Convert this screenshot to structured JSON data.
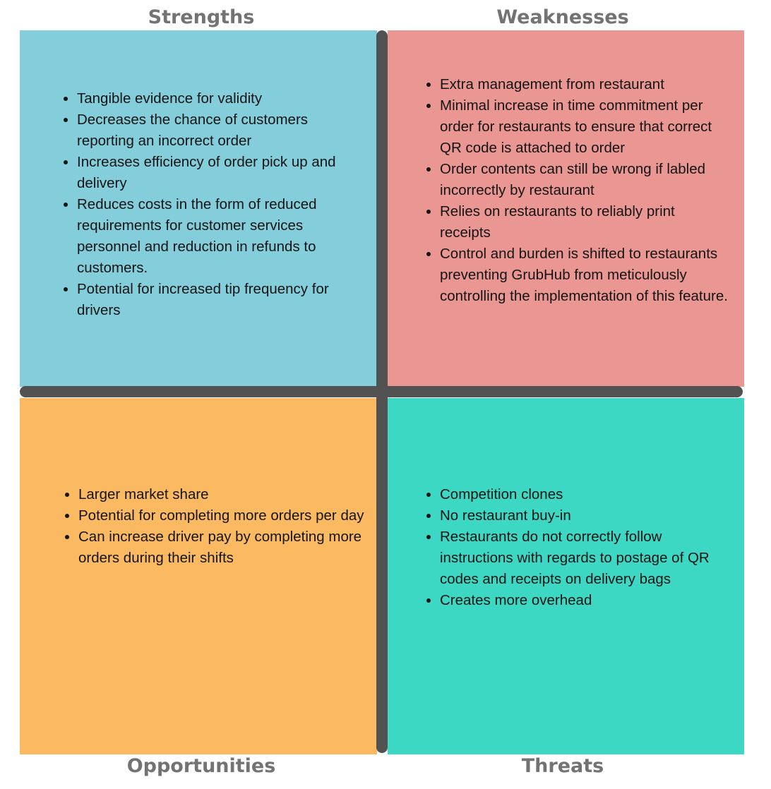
{
  "strengths": {
    "title": "Strengths",
    "color": "#84cedc",
    "items": [
      "Tangible evidence for validity",
      "Decreases the chance of customers  reporting an incorrect order",
      "Increases efficiency of order pick up and delivery",
      "Reduces costs in the form of reduced requirements for customer services personnel and reduction in refunds to customers.",
      "Potential for increased tip frequency for drivers"
    ]
  },
  "weaknesses": {
    "title": "Weaknesses",
    "color": "#ea9692",
    "items": [
      "Extra management from restaurant",
      "Minimal increase in time commitment per order for restaurants to ensure that correct QR code is attached to order",
      "Order contents can still be wrong if labled  incorrectly by restaurant",
      "Relies on restaurants to reliably print receipts",
      "Control and burden is shifted to restaurants preventing GrubHub from meticulously controlling the implementation of this feature."
    ]
  },
  "opportunities": {
    "title": "Opportunities",
    "color": "#fbba62",
    "items": [
      "Larger market share",
      "Potential for completing more orders per day",
      "Can increase driver pay by completing more orders during their shifts"
    ]
  },
  "threats": {
    "title": "Threats",
    "color": "#3dd8c4",
    "items": [
      "Competition clones",
      "No restaurant buy-in",
      "Restaurants do not correctly follow instructions with regards to postage of QR codes and receipts on delivery bags",
      "Creates more overhead"
    ]
  },
  "divider_color": "#525252",
  "heading_color": "#737373"
}
